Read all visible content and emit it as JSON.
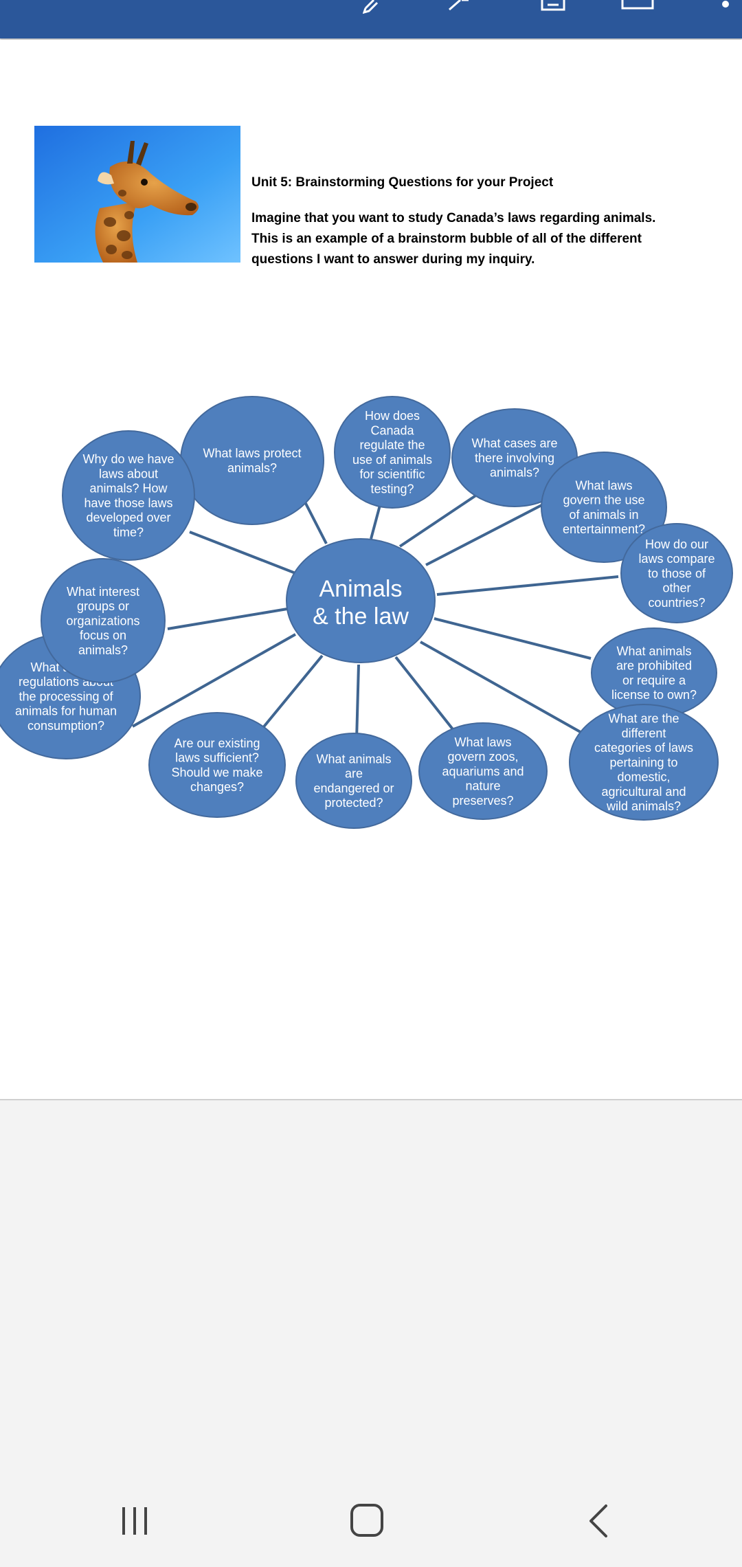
{
  "document": {
    "title": "Unit 5: Brainstorming Questions for your Project",
    "intro_lines": [
      "Imagine that you want to study Canada’s laws regarding animals.",
      "This is an example of a brainstorm bubble of all of the different",
      "questions I want to answer during my inquiry."
    ],
    "image_icon": "giraffe-photo"
  },
  "toolbar": {
    "icons": [
      "pen-icon",
      "draw-icon",
      "save-icon",
      "layout-icon",
      "more-icon"
    ]
  },
  "diagram": {
    "center_lines": [
      "Animals",
      "& the law"
    ],
    "bubbles": [
      {
        "id": "protect",
        "lines": [
          "What laws protect",
          "animals?"
        ]
      },
      {
        "id": "scientific",
        "lines": [
          "How does",
          "Canada",
          "regulate the",
          "use of animals",
          "for scientific",
          "testing?"
        ]
      },
      {
        "id": "cases",
        "lines": [
          "What cases are",
          "there involving",
          "animals?"
        ]
      },
      {
        "id": "entertainment",
        "lines": [
          "What laws",
          "govern the use",
          "of animals in",
          "entertainment?"
        ]
      },
      {
        "id": "compare",
        "lines": [
          "How do our",
          "laws compare",
          "to those of",
          "other",
          "countries?"
        ]
      },
      {
        "id": "prohibited",
        "lines": [
          "What animals",
          "are prohibited",
          "or require a",
          "license to own?"
        ]
      },
      {
        "id": "categories",
        "lines": [
          "What are the",
          "different",
          "categories of laws",
          "pertaining to",
          "domestic,",
          "agricultural and",
          "wild animals?"
        ]
      },
      {
        "id": "zoos",
        "lines": [
          "What laws",
          "govern zoos,",
          "aquariums and",
          "nature",
          "preserves?"
        ]
      },
      {
        "id": "endangered",
        "lines": [
          "What animals",
          "are",
          "endangered or",
          "protected?"
        ]
      },
      {
        "id": "sufficient",
        "lines": [
          "Are our existing",
          "laws sufficient?",
          "Should we make",
          "changes?"
        ]
      },
      {
        "id": "consumption",
        "lines": [
          "What are the",
          "regulations about",
          "the processing of",
          "animals for human",
          "consumption?"
        ]
      },
      {
        "id": "groups",
        "lines": [
          "What interest",
          "groups or",
          "organizations",
          "focus on",
          "animals?"
        ]
      },
      {
        "id": "history",
        "lines": [
          "Why do we have",
          "laws about",
          "animals? How",
          "have those laws",
          "developed over",
          "time?"
        ]
      }
    ],
    "colors": {
      "bubble": "#4f7fbd",
      "bubble_edge": "#43699c",
      "line": "#3f6591"
    }
  },
  "navbar": {
    "icons": [
      "recent-apps-icon",
      "home-icon",
      "back-icon"
    ]
  }
}
